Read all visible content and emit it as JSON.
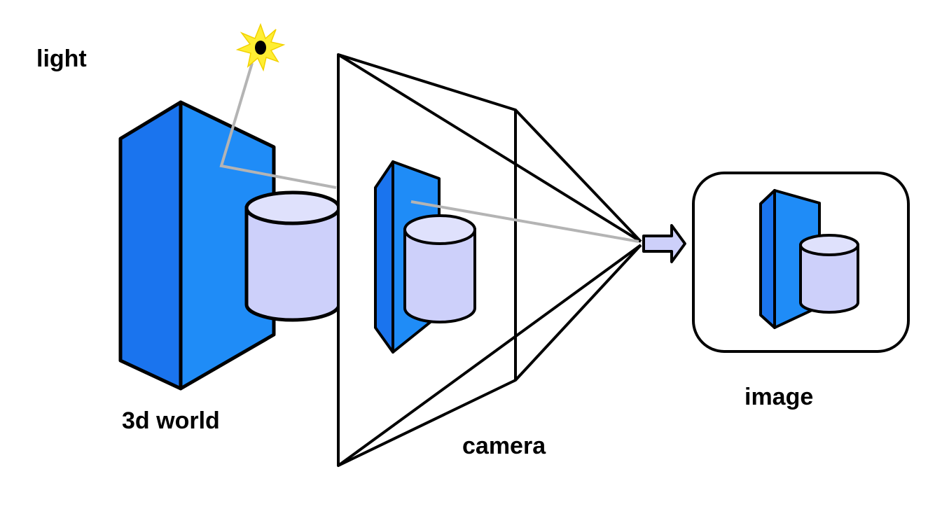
{
  "labels": {
    "light": "light",
    "world": "3d world",
    "camera": "camera",
    "image": "image"
  },
  "colors": {
    "box_front": "#1f8cf7",
    "box_side": "#1a74ee",
    "cylinder_fill": "#cdd0fa",
    "cylinder_top": "#dfe1fc",
    "ray": "#b4b4b4",
    "sun": "#ffee33",
    "line": "#000000"
  },
  "icons": {
    "light_source": "sun-icon",
    "projection_arrow": "arrow-right-icon"
  }
}
